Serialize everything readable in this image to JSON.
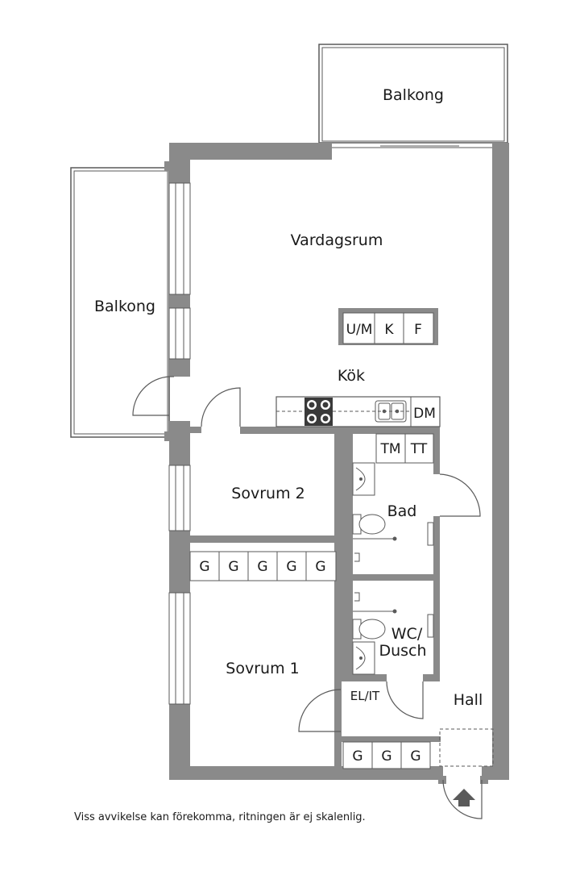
{
  "rooms": {
    "balkong_top": "Balkong",
    "balkong_left": "Balkong",
    "vardagsrum": "Vardagsrum",
    "kok": "Kök",
    "sovrum2": "Sovrum 2",
    "sovrum1": "Sovrum 1",
    "bad": "Bad",
    "wc_line1": "WC/",
    "wc_line2": "Dusch",
    "hall": "Hall",
    "elit": "EL/IT"
  },
  "appliances": {
    "um": "U/M",
    "k": "K",
    "f": "F",
    "dm": "DM",
    "tm": "TM",
    "tt": "TT"
  },
  "wardrobes": {
    "bedroom": [
      "G",
      "G",
      "G",
      "G",
      "G"
    ],
    "hall": [
      "G",
      "G",
      "G"
    ]
  },
  "disclaimer": "Viss avvikelse kan förekomma, ritningen är ej skalenlig.",
  "colors": {
    "wall": "#8a8a8a",
    "line": "#5a5a5a",
    "text": "#1a1a1a"
  }
}
